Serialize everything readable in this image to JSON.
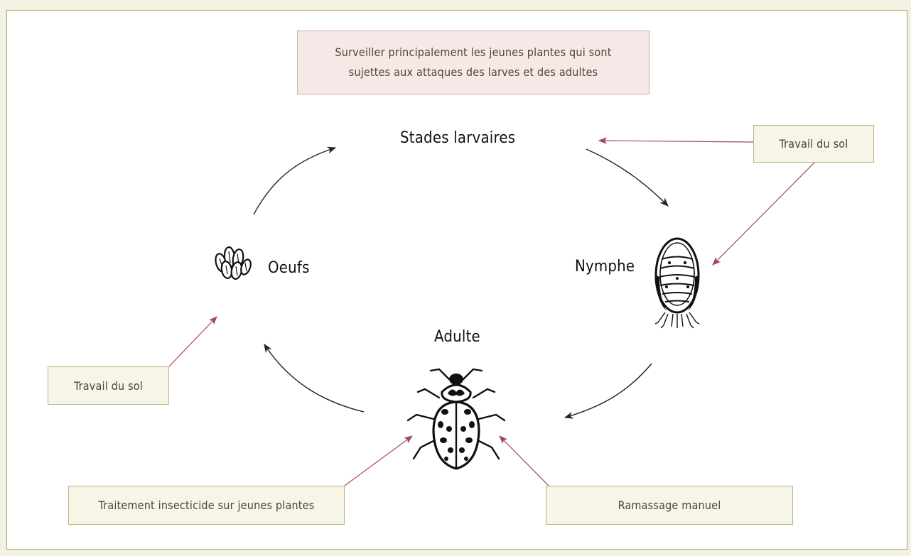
{
  "note": {
    "line1": "Surveiller principalement les jeunes plantes qui sont",
    "line2": "sujettes aux attaques des larves et des adultes"
  },
  "stages": {
    "larvae": "Stades larvaires",
    "nymph": "Nymphe",
    "eggs": "Oeufs",
    "adult": "Adulte"
  },
  "controls": {
    "soil_top": "Travail du sol",
    "soil_left": "Travail du sol",
    "insecticide": "Traitement insecticide sur jeunes plantes",
    "handpick": "Ramassage manuel"
  },
  "colors": {
    "cycle_arrow": "#222222",
    "control_arrow": "#a8475a",
    "box_fill": "#f7f5e6",
    "note_fill": "#f6e8e6"
  },
  "icons": [
    "eggs-icon",
    "nymph-icon",
    "beetle-icon"
  ]
}
